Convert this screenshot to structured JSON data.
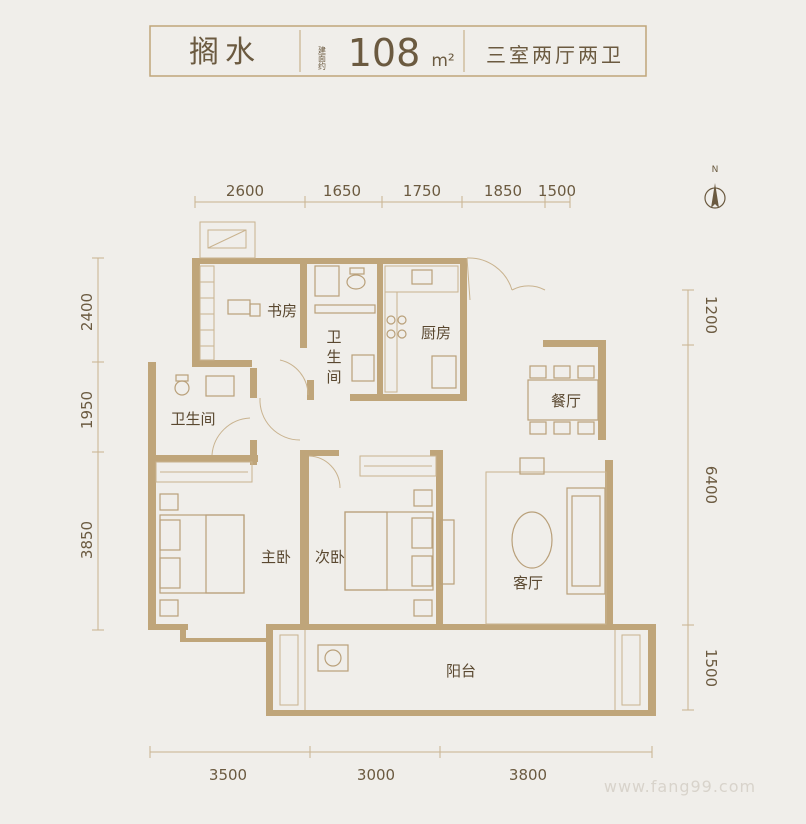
{
  "header": {
    "name": "搁水",
    "area_prefix": "建面约",
    "area_value": "108",
    "area_unit": "m²",
    "layout": "三室两厅两卫"
  },
  "compass": {
    "label": "N"
  },
  "dimensions": {
    "top": [
      "2600",
      "1650",
      "1750",
      "1850",
      "1500"
    ],
    "left": [
      "2400",
      "1950",
      "3850"
    ],
    "right": [
      "1200",
      "6400",
      "1500"
    ],
    "bottom": [
      "3500",
      "3000",
      "3800"
    ]
  },
  "rooms": {
    "study": "书房",
    "bath_center_1": "卫",
    "bath_center_2": "生",
    "bath_center_3": "间",
    "kitchen": "厨房",
    "dining": "餐厅",
    "bath_left": "卫生间",
    "master": "主卧",
    "second": "次卧",
    "living": "客厅",
    "balcony": "阳台"
  },
  "watermark": "www.fang99.com",
  "colors": {
    "wall": "#bfa57a",
    "text": "#6b5a40",
    "background": "#f0eeea"
  }
}
